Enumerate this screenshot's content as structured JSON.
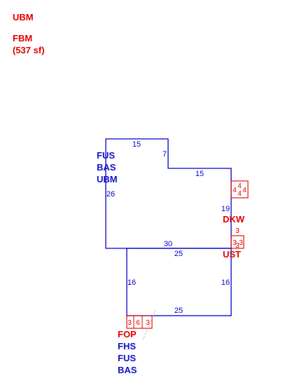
{
  "colors": {
    "main_outline": "#0000cc",
    "addon_outline": "#e00000",
    "main_text": "#1010c8",
    "addon_text": "#e00000"
  },
  "legend": {
    "line1": "UBM",
    "line2": "FBM",
    "line3": "(537 sf)"
  },
  "upper_area": {
    "codes": [
      "FUS",
      "BAS",
      "UBM"
    ],
    "dims": {
      "top": "15",
      "notch_vertical": "7",
      "notch_horizontal": "15",
      "left": "26",
      "right": "19",
      "bottom": "30"
    }
  },
  "lower_area": {
    "codes": [
      "FOP",
      "FHS",
      "FUS",
      "BAS"
    ],
    "dims": {
      "top": "25",
      "left": "16",
      "right": "16",
      "bottom": "25"
    }
  },
  "deck": {
    "code": "DKW",
    "dims": {
      "top": "4",
      "left": "4",
      "right": "4",
      "bottom": "4"
    }
  },
  "stoop": {
    "code": "UST",
    "dims": {
      "top": "3",
      "left": "3",
      "right": "3",
      "bottom": "3"
    }
  },
  "porch": {
    "dims": {
      "left": "3",
      "middle": "6",
      "right": "3"
    }
  }
}
